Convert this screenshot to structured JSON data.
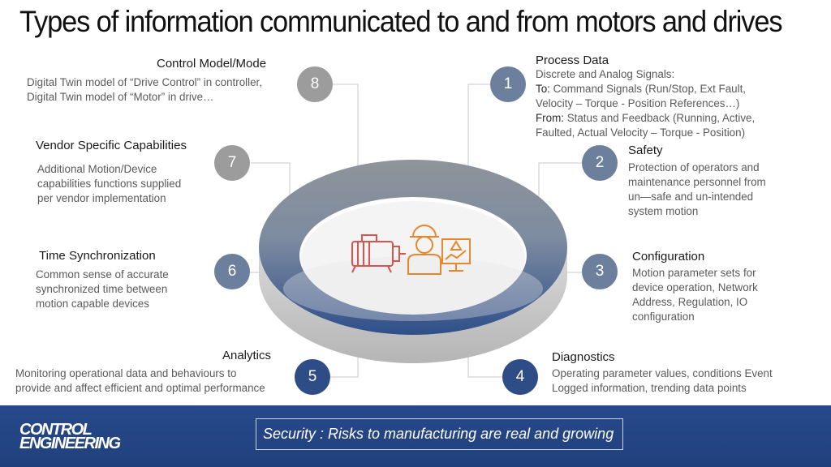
{
  "title": "Types of information communicated to and from motors and drives",
  "items": {
    "i1": {
      "num": "1",
      "heading": "Process Data",
      "body": [
        "Discrete and Analog Signals:"
      ],
      "to_label": "To:",
      "to_text": " Command Signals (Run/Stop, Ext Fault,",
      "to_cont": "Velocity – Torque - Position References…)",
      "from_label": "From:",
      "from_text": " Status and Feedback (Running, Active,",
      "from_cont": "Faulted,  Actual Velocity – Torque - Position)"
    },
    "i2": {
      "num": "2",
      "heading": "Safety",
      "body": [
        "Protection of operators and",
        "maintenance personnel from",
        "un—safe and un-intended",
        "system motion"
      ]
    },
    "i3": {
      "num": "3",
      "heading": "Configuration",
      "body": [
        "Motion parameter sets for",
        "device operation, Network",
        "Address, Regulation, IO",
        "configuration"
      ]
    },
    "i4": {
      "num": "4",
      "heading": "Diagnostics",
      "body": [
        "Operating parameter values, conditions Event",
        "Logged information, trending data points"
      ]
    },
    "i5": {
      "num": "5",
      "heading": "Analytics",
      "body": [
        "Monitoring operational  data and behaviours to",
        "provide and affect efficient and optimal performance"
      ]
    },
    "i6": {
      "num": "6",
      "heading": "Time Synchronization",
      "body": [
        "Common sense of accurate",
        "synchronized time between",
        "motion capable devices"
      ]
    },
    "i7": {
      "num": "7",
      "heading": "Vendor Specific Capabilities",
      "body": [
        "Additional Motion/Device",
        "capabilities functions supplied",
        "per vendor implementation"
      ]
    },
    "i8": {
      "num": "8",
      "heading": "Control Model/Mode",
      "body": [
        "Digital Twin model of “Drive Control” in controller,",
        "Digital Twin model of “Motor” in drive…"
      ]
    }
  },
  "footer": {
    "logo_line1": "CONTROL",
    "logo_line2": "ENGINEERING",
    "banner": "Security : Risks to manufacturing are real and growing"
  },
  "colors": {
    "navy": "#2e4d86",
    "slate": "#6c7f9c",
    "grey": "#9c9c9c",
    "footer": "#24457f",
    "icon_red": "#d9534f",
    "icon_orange": "#e8862a"
  },
  "icons": [
    "motor-icon",
    "worker-icon",
    "monitor-chart-icon"
  ]
}
